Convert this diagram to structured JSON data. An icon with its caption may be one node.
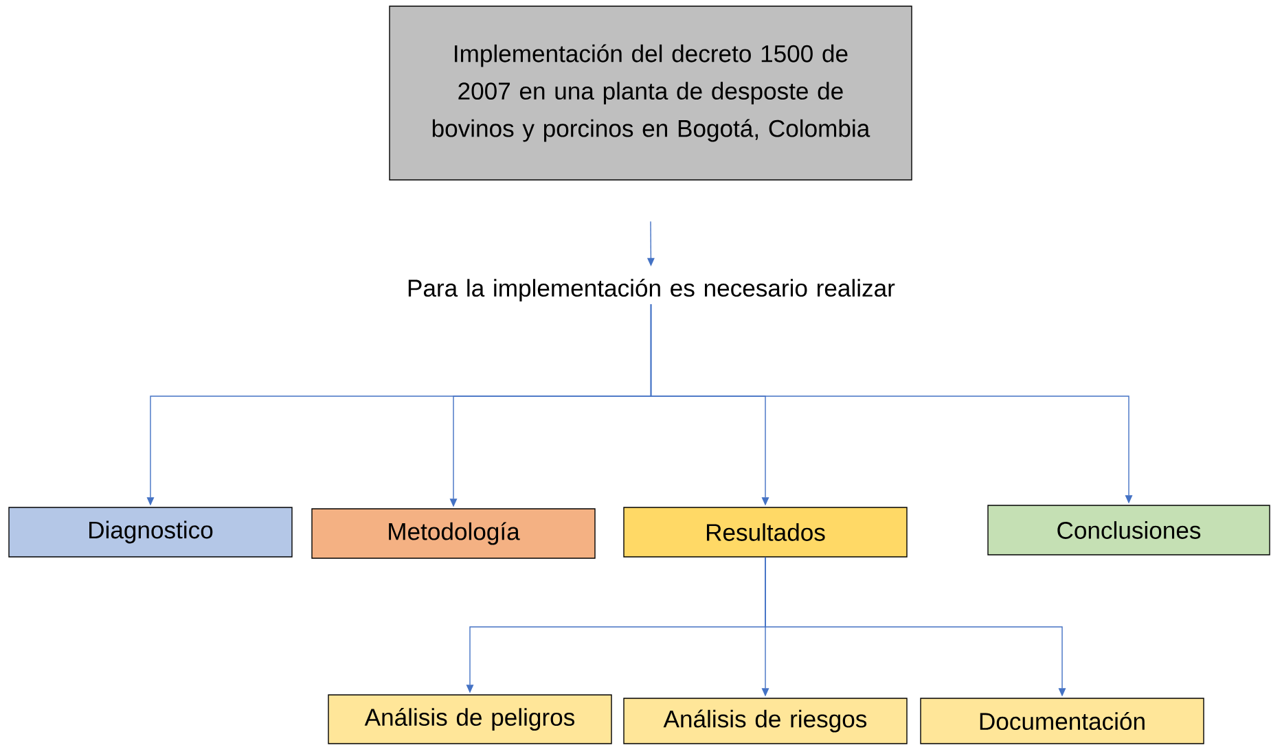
{
  "diagram": {
    "nodes": [
      {
        "text": [
          "Implementación del decreto 1500 de 2007 en una planta de desposte de bovinos y porcinos en Bogotá, Colombia"
        ]
      },
      {
        "text": [
          "Para la implementación es necesario realizar"
        ]
      },
      {
        "text": [
          "Diagnostico"
        ]
      },
      {
        "text": [
          "Metodología"
        ]
      },
      {
        "text": [
          "Resultados"
        ]
      },
      {
        "text": [
          "Conclusiones"
        ]
      },
      {
        "text": [
          "Análisis de peligros"
        ]
      },
      {
        "text": [
          "Análisis de riesgos"
        ]
      },
      {
        "text": [
          "Documentación"
        ]
      }
    ],
    "edges": [
      {
        "from": 0,
        "to": 1,
        "arrow": "to"
      },
      {
        "from": 1,
        "to": 2,
        "arrow": "to"
      },
      {
        "from": 1,
        "to": 3,
        "arrow": "to"
      },
      {
        "from": 1,
        "to": 4,
        "arrow": "to"
      },
      {
        "from": 1,
        "to": 5,
        "arrow": "to"
      },
      {
        "from": 4,
        "to": 6,
        "arrow": "to"
      },
      {
        "from": 4,
        "to": 7,
        "arrow": "to"
      },
      {
        "from": 4,
        "to": 8,
        "arrow": "to"
      }
    ]
  }
}
